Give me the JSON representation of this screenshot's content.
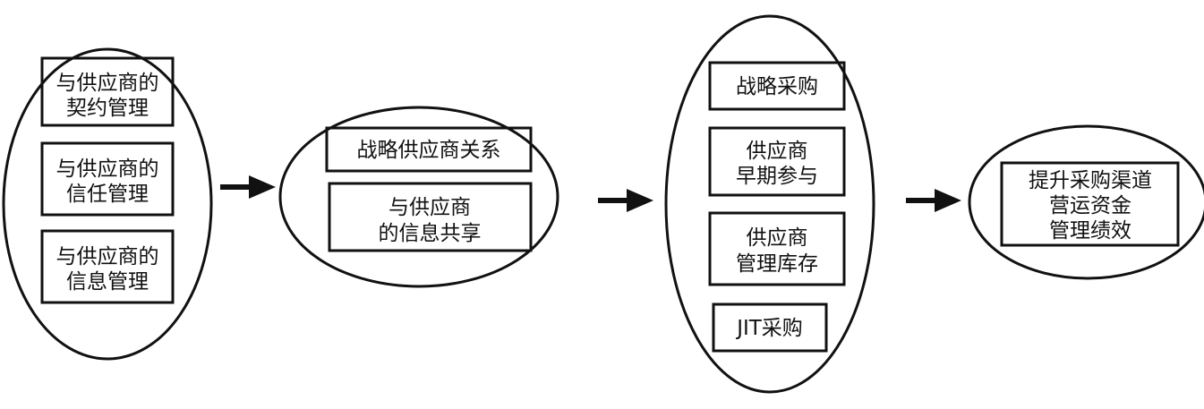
{
  "diagram": {
    "stages": [
      {
        "id": "stage-1",
        "boxes": [
          {
            "lines": [
              "与供应商的",
              "契约管理"
            ]
          },
          {
            "lines": [
              "与供应商的",
              "信任管理"
            ]
          },
          {
            "lines": [
              "与供应商的",
              "信息管理"
            ]
          }
        ]
      },
      {
        "id": "stage-2",
        "boxes": [
          {
            "lines": [
              "战略供应商关系"
            ]
          },
          {
            "lines": [
              "与供应商",
              "的信息共享"
            ]
          }
        ]
      },
      {
        "id": "stage-3",
        "boxes": [
          {
            "lines": [
              "战略采购"
            ]
          },
          {
            "lines": [
              "供应商",
              "早期参与"
            ]
          },
          {
            "lines": [
              "供应商",
              "管理库存"
            ]
          },
          {
            "lines": [
              "JIT采购"
            ]
          }
        ]
      },
      {
        "id": "stage-4",
        "boxes": [
          {
            "lines": [
              "提升采购渠道",
              "营运资金",
              "管理绩效"
            ]
          }
        ]
      }
    ],
    "colors": {
      "stroke": "#111111",
      "background": "#ffffff",
      "text": "#111111"
    }
  }
}
